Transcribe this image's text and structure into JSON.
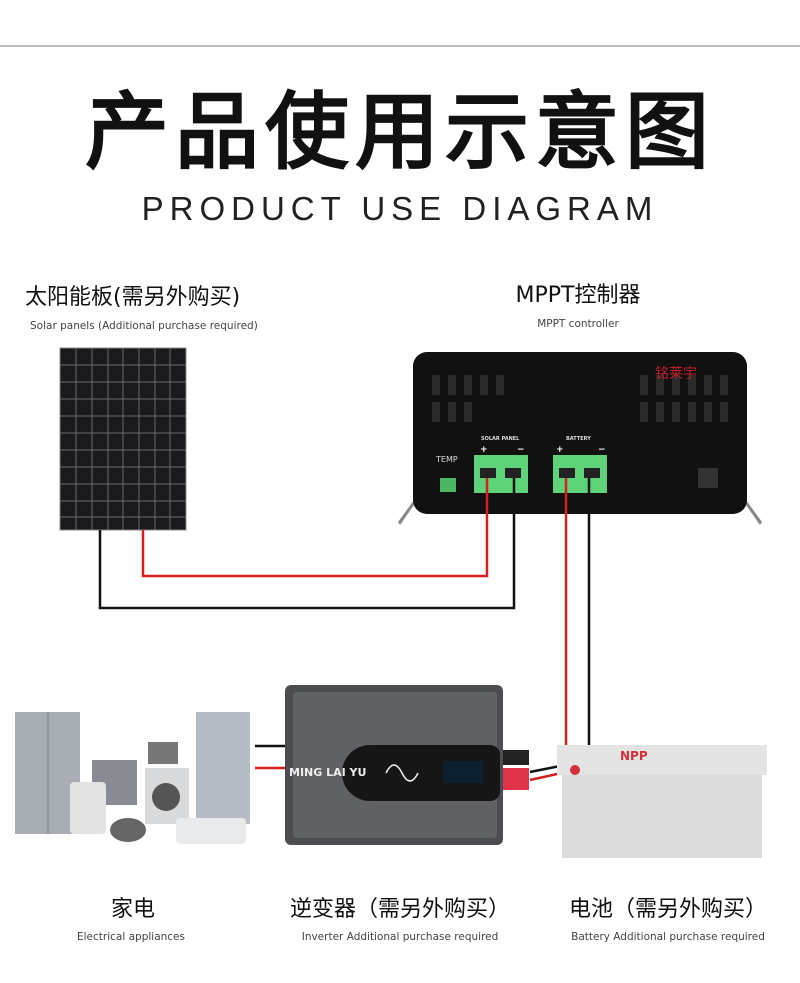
{
  "header": {
    "title": "产品使用示意图",
    "subtitle": "PRODUCT USE DIAGRAM"
  },
  "components": {
    "solar_panel": {
      "label": "太阳能板(需另外购买)",
      "sub": "Solar panels  (Additional purchase required)"
    },
    "controller": {
      "label": "MPPT控制器",
      "sub": "MPPT controller",
      "brand": "铭莱宇",
      "temp": "TEMP",
      "solar_port": "SOLAR PANEL",
      "battery_port": "BATTERY",
      "plus": "+",
      "minus": "−"
    },
    "appliances": {
      "label": "家电",
      "sub": "Electrical appliances"
    },
    "inverter": {
      "label": "逆变器（需另外购买）",
      "sub": "Inverter  Additional purchase required",
      "brand": "MING LAI YU"
    },
    "battery": {
      "label": "电池（需另外购买）",
      "sub": "Battery  Additional purchase required",
      "brand": "NPP"
    }
  },
  "colors": {
    "wire_positive": "#d42020",
    "wire_negative": "#111111",
    "terminal": "#5fd37a"
  }
}
